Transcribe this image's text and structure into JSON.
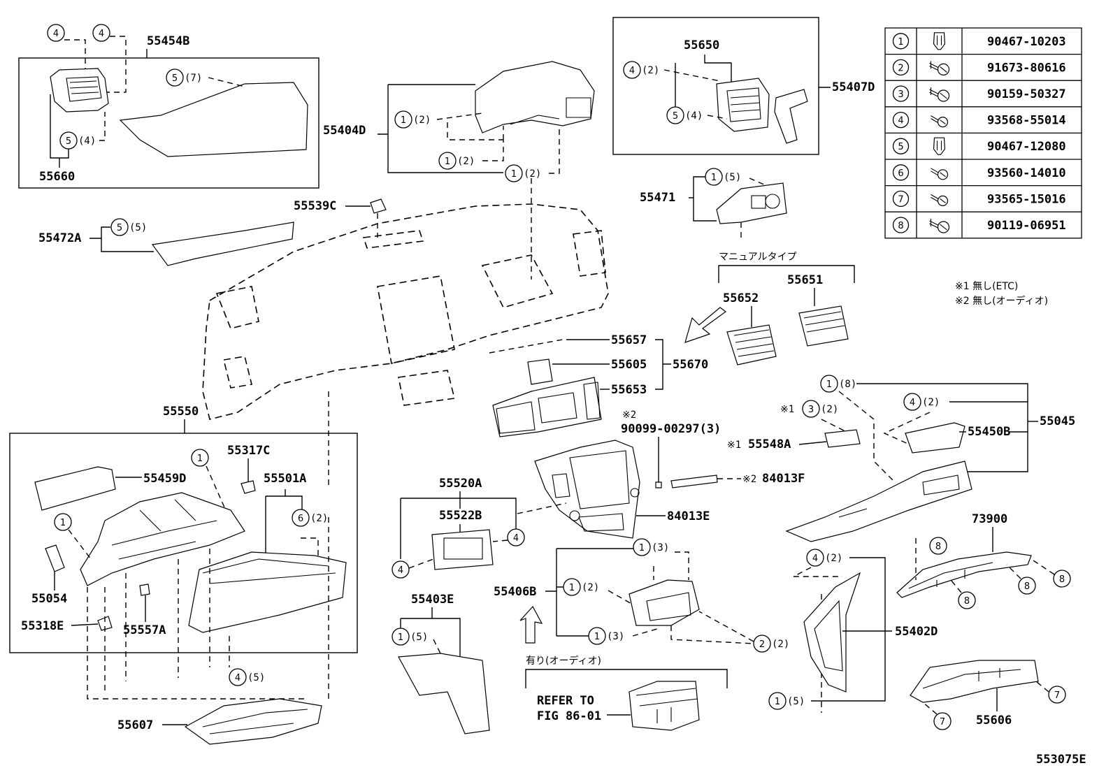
{
  "figure_code": "553075E",
  "legend_table": [
    {
      "num": "1",
      "part": "90467-10203",
      "icon": "clip-icon"
    },
    {
      "num": "2",
      "part": "91673-80616",
      "icon": "bolt-icon"
    },
    {
      "num": "3",
      "part": "90159-50327",
      "icon": "bolt-icon"
    },
    {
      "num": "4",
      "part": "93568-55014",
      "icon": "screw-icon"
    },
    {
      "num": "5",
      "part": "90467-12080",
      "icon": "clip-icon"
    },
    {
      "num": "6",
      "part": "93560-14010",
      "icon": "screw-icon"
    },
    {
      "num": "7",
      "part": "93565-15016",
      "icon": "screw-icon"
    },
    {
      "num": "8",
      "part": "90119-06951",
      "icon": "bolt-icon"
    }
  ],
  "notes": [
    "※1 無し(ETC)",
    "※2 無し(オーディオ)"
  ],
  "group_labels": {
    "manual_type": "マニュアルタイプ",
    "with_audio": "有り(オーディオ)",
    "refer_line1": "REFER TO",
    "refer_line2": "FIG 86-01"
  },
  "parts": {
    "p55454B": "55454B",
    "p55660": "55660",
    "p55404D": "55404D",
    "p55650": "55650",
    "p55407D": "55407D",
    "p55471": "55471",
    "p55539C": "55539C",
    "p55472A": "55472A",
    "p55652": "55652",
    "p55651": "55651",
    "p55657": "55657",
    "p55605": "55605",
    "p55670": "55670",
    "p55653": "55653",
    "p55550": "55550",
    "p55045": "55045",
    "p55450B": "55450B",
    "p55548A": "55548A",
    "p90099": "90099-00297(3)",
    "p84013F": "84013F",
    "p84013E": "84013E",
    "p55317C": "55317C",
    "p55459D": "55459D",
    "p55501A": "55501A",
    "p55520A": "55520A",
    "p55522B": "55522B",
    "p55054": "55054",
    "p55318E": "55318E",
    "p55557A": "55557A",
    "p55403E": "55403E",
    "p55406B": "55406B",
    "p73900": "73900",
    "p55402D": "55402D",
    "p55607": "55607",
    "p55606": "55606"
  },
  "marks": {
    "m1": "※1",
    "m2": "※2"
  },
  "qty": {
    "q2": "(2)",
    "q3": "(3)",
    "q4": "(4)",
    "q5": "(5)",
    "q7": "(7)",
    "q8": "(8)"
  }
}
